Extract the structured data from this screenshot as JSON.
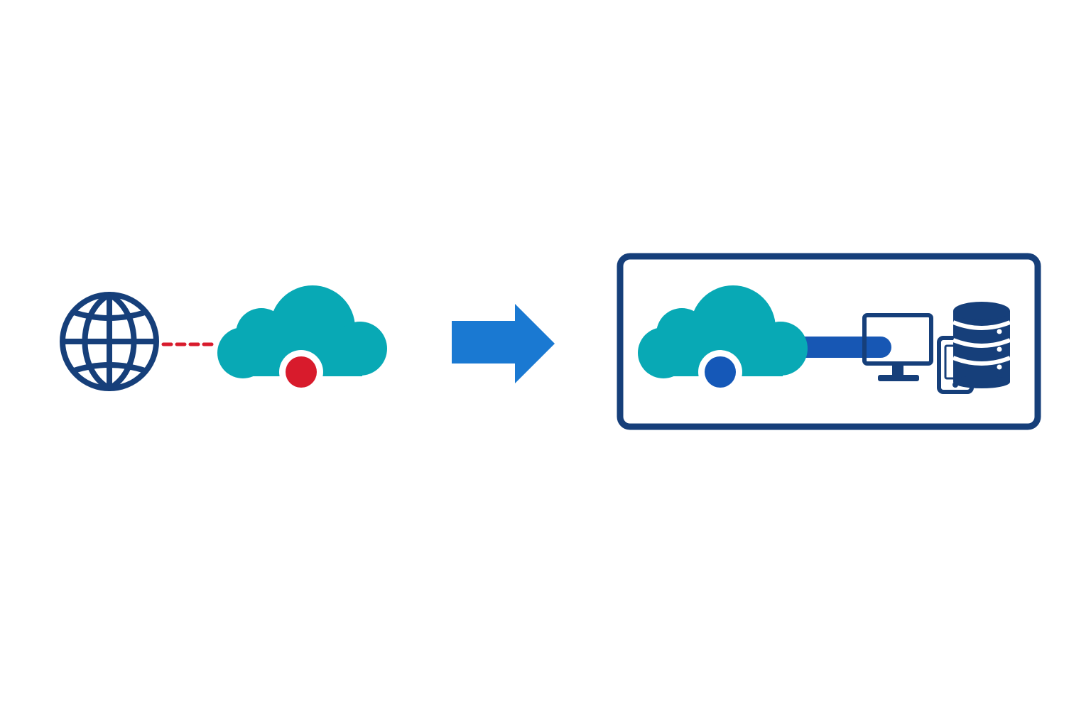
{
  "diagram": {
    "nodes": [
      {
        "id": "globe",
        "icon": "globe-icon"
      },
      {
        "id": "cloud-before",
        "icon": "cloud-icon",
        "status_dot": "red"
      },
      {
        "id": "private-network",
        "type": "group"
      },
      {
        "id": "cloud-after",
        "icon": "cloud-icon",
        "status_dot": "blue"
      },
      {
        "id": "desktop",
        "icon": "desktop-monitor-icon"
      },
      {
        "id": "mobile",
        "icon": "mobile-phone-icon"
      },
      {
        "id": "database",
        "icon": "database-icon"
      }
    ],
    "edges": [
      {
        "from": "globe",
        "to": "cloud-before",
        "style": "dashed"
      },
      {
        "from": "cloud-after",
        "to": "desktop",
        "style": "solid"
      }
    ],
    "transition": {
      "icon": "arrow-right-icon"
    }
  },
  "colors": {
    "navy": "#163f7a",
    "teal": "#08a9b5",
    "red_dot": "#d81b2c",
    "blue_dot": "#1558b8",
    "arrow_blue": "#1a79d2",
    "connector_blue": "#1757b4",
    "background": "#ffffff"
  }
}
